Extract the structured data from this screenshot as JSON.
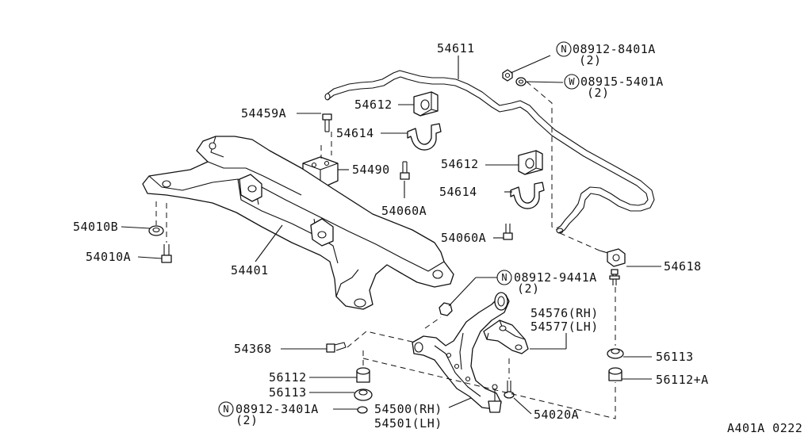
{
  "labels": {
    "l54611": "54611",
    "l08912_8401A": "08912-8401A",
    "l08912_8401A_qty": "(2)",
    "l08915_5401A": "08915-5401A",
    "l08915_5401A_qty": "(2)",
    "l54612_a": "54612",
    "l54459A": "54459A",
    "l54614_a": "54614",
    "l54490": "54490",
    "l54612_b": "54612",
    "l54614_b": "54614",
    "l54060A_a": "54060A",
    "l54060A_b": "54060A",
    "l54010B": "54010B",
    "l54010A": "54010A",
    "l54401": "54401",
    "l54618": "54618",
    "l08912_9441A": "08912-9441A",
    "l08912_9441A_qty": "(2)",
    "l54576": "54576(RH)",
    "l54577": "54577(LH)",
    "l54368": "54368",
    "l56113_a": "56113",
    "l56112": "56112",
    "l56113_b": "56113",
    "l56112A": "56112+A",
    "l08912_3401A": "08912-3401A",
    "l08912_3401A_qty": "(2)",
    "l54500": "54500(RH)",
    "l54501": "54501(LH)",
    "l54020A": "54020A",
    "diagram_code": "A401A 0222"
  },
  "markers": {
    "nut": "N",
    "washer": "W"
  }
}
